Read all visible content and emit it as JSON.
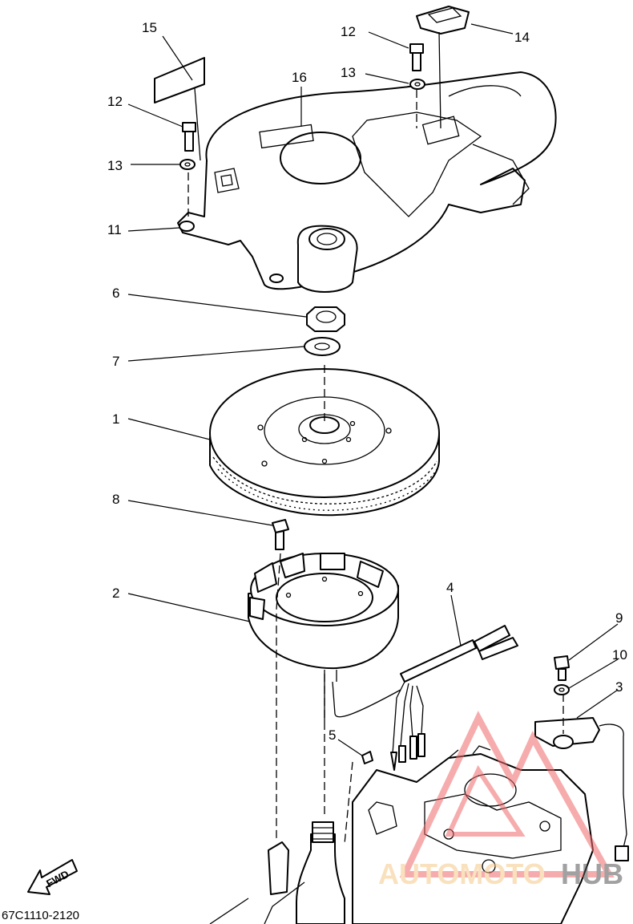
{
  "diagram_code": "67C1110-2120",
  "direction_label": "FWD",
  "watermark": {
    "text_part1": "AUTOMOTO",
    "text_part2": "HUB",
    "color_primary": "#f06a6a",
    "color_secondary": "#f5c98a",
    "color_dark": "#555555"
  },
  "callouts": {
    "c1": "1",
    "c2": "2",
    "c3": "3",
    "c4": "4",
    "c5": "5",
    "c6": "6",
    "c7": "7",
    "c8": "8",
    "c9": "9",
    "c10": "10",
    "c11": "11",
    "c12a": "12",
    "c12b": "12",
    "c13a": "13",
    "c13b": "13",
    "c14": "14",
    "c15": "15",
    "c16": "16"
  }
}
